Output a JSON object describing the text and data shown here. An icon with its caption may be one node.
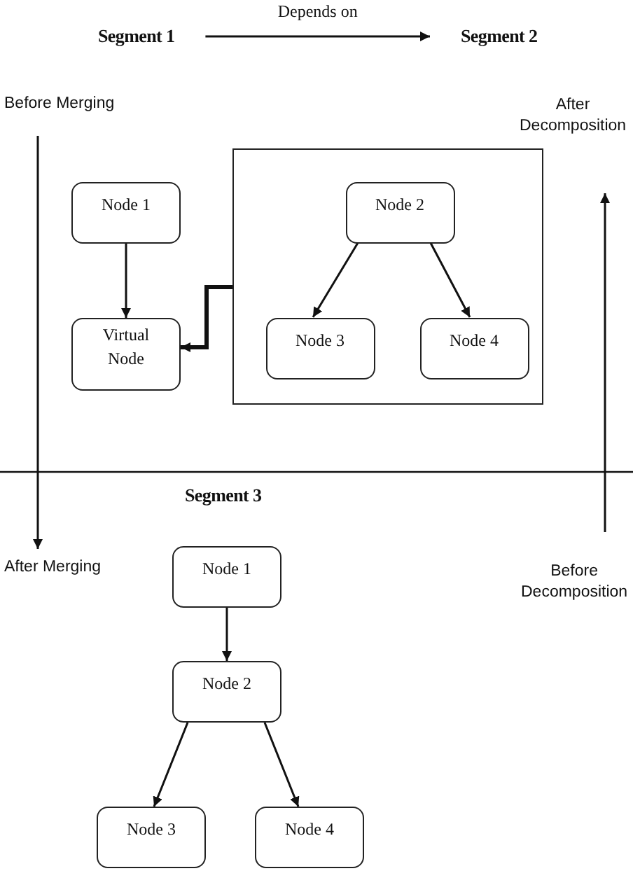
{
  "diagram": {
    "nodes": [
      {
        "text": [
          "Segment 1"
        ]
      },
      {
        "text": [
          "Segment 2"
        ]
      },
      {
        "text": [
          "Before Merging"
        ]
      },
      {
        "text": [
          "After Decomposition"
        ]
      },
      {
        "text": [
          "Node 1"
        ]
      },
      {
        "text": [],
        "shape": "box"
      },
      {
        "text": [
          "Node 2"
        ],
        "in": 5
      },
      {
        "text": [
          "Virtual Node"
        ]
      },
      {
        "text": [
          "Node 3"
        ],
        "in": 5
      },
      {
        "text": [
          "Node 4"
        ],
        "in": 5
      },
      {
        "text": [
          "After Merging"
        ]
      },
      {
        "text": [
          "Node 1"
        ]
      },
      {
        "text": [
          "Before Decomposition"
        ]
      },
      {
        "text": [
          "Node 2"
        ]
      },
      {
        "text": [
          "Node 3"
        ]
      },
      {
        "text": [
          "Node 4"
        ]
      }
    ],
    "edges": [
      {
        "from": 0,
        "to": 1,
        "arrow": "to",
        "label": "Depends on"
      },
      {
        "from": 2,
        "to": 10,
        "arrow": "to"
      },
      {
        "from": 12,
        "to": 3,
        "arrow": "to"
      },
      {
        "from": 4,
        "to": 7,
        "arrow": "to"
      },
      {
        "from": 6,
        "to": 8,
        "arrow": "to"
      },
      {
        "from": 6,
        "to": 9,
        "arrow": "to"
      },
      {
        "from": 5,
        "to": 7,
        "arrow": "to",
        "style": "thick"
      },
      {
        "from": 11,
        "to": 13,
        "arrow": "to"
      },
      {
        "from": 13,
        "to": 14,
        "arrow": "to"
      },
      {
        "from": 13,
        "to": 15,
        "arrow": "to"
      }
    ],
    "labels": [
      "Segment 3"
    ]
  }
}
